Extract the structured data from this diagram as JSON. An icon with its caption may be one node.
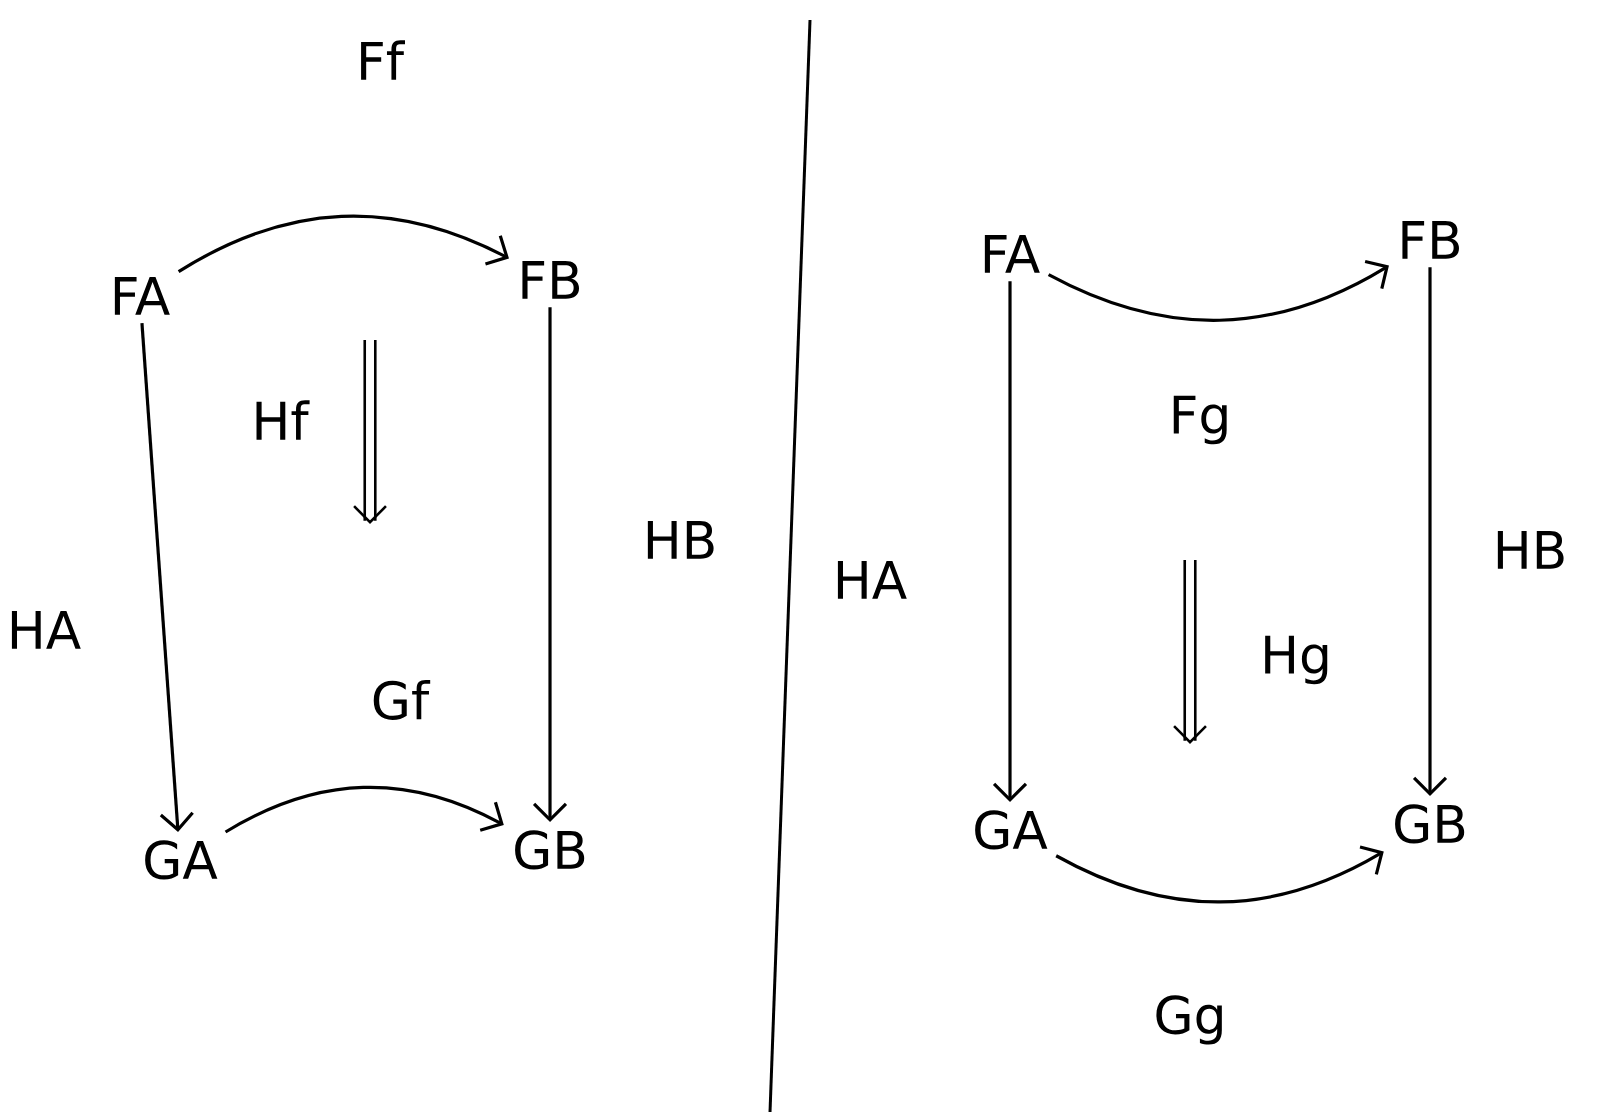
{
  "diagram": {
    "nodes": [
      {
        "text": [
          "FA"
        ]
      },
      {
        "text": [
          "FB"
        ]
      },
      {
        "text": [
          "GA"
        ]
      },
      {
        "text": [
          "GB"
        ]
      },
      {
        "text": [
          "FA"
        ]
      },
      {
        "text": [
          "FB"
        ]
      },
      {
        "text": [
          "GA"
        ]
      },
      {
        "text": [
          "GB"
        ]
      }
    ],
    "edges": [
      {
        "from": 0,
        "to": 1,
        "arrow": "to",
        "label": "Ff"
      },
      {
        "from": 0,
        "to": 2,
        "arrow": "to",
        "label": "HA"
      },
      {
        "from": 1,
        "to": 3,
        "arrow": "to",
        "label": "HB"
      },
      {
        "from": 2,
        "to": 3,
        "arrow": "to",
        "label": "Gf"
      },
      {
        "from": 4,
        "to": 5,
        "arrow": "to",
        "label": "Fg"
      },
      {
        "from": 4,
        "to": 6,
        "arrow": "to",
        "label": "HA"
      },
      {
        "from": 5,
        "to": 7,
        "arrow": "to",
        "label": "HB"
      },
      {
        "from": 6,
        "to": 7,
        "arrow": "to",
        "label": "Gg"
      }
    ],
    "labels": [
      "Hf",
      "Hg"
    ]
  }
}
